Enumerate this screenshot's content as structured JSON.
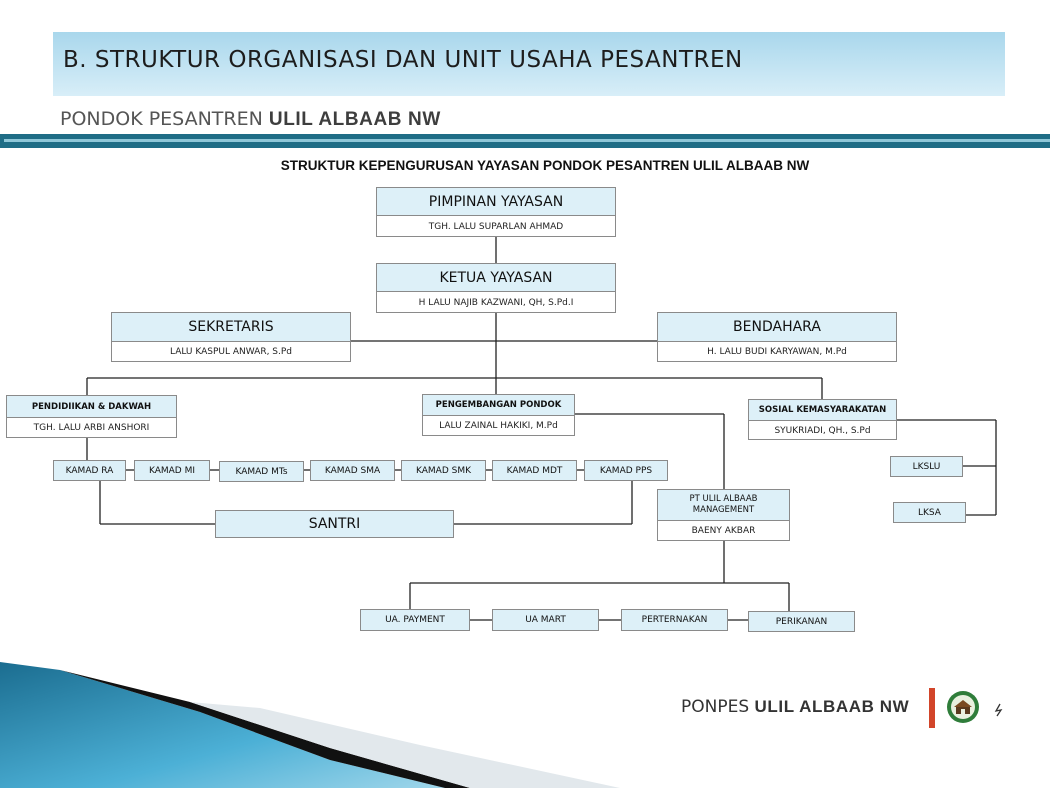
{
  "slide": {
    "title": "B. STRUKTUR ORGANISASI DAN UNIT USAHA PESANTREN",
    "subtitle_prefix": "PONDOK PESANTREN ",
    "subtitle_bold": "ULIL ALBAAB NW"
  },
  "diagram": {
    "title": "STRUKTUR KEPENGURUSAN YAYASAN PONDOK PESANTREN ULIL ALBAAB NW",
    "pimpinan": {
      "role": "PIMPINAN YAYASAN",
      "name": "TGH. LALU SUPARLAN AHMAD"
    },
    "ketua": {
      "role": "KETUA YAYASAN",
      "name": "H LALU NAJIB KAZWANI, QH, S.Pd.I"
    },
    "sekretaris": {
      "role": "SEKRETARIS",
      "name": "LALU KASPUL ANWAR, S.Pd"
    },
    "bendahara": {
      "role": "BENDAHARA",
      "name": "H. LALU BUDI KARYAWAN, M.Pd"
    },
    "pendidikan": {
      "role": "PENDIDIIKAN & DAKWAH",
      "name": "TGH. LALU ARBI ANSHORI"
    },
    "pengembangan": {
      "role": "PENGEMBANGAN PONDOK",
      "name": "LALU ZAINAL HAKIKI, M.Pd"
    },
    "sosial": {
      "role": "SOSIAL KEMASYARAKATAN",
      "name": "SYUKRIADI, QH., S.Pd"
    },
    "kamad": [
      "KAMAD RA",
      "KAMAD  MI",
      "KAMAD  MTs",
      "KAMAD  SMA",
      "KAMAD  SMK",
      "KAMAD  MDT",
      "KAMAD  PPS"
    ],
    "santri": "SANTRI",
    "pt": {
      "role": "PT ULIL ALBAAB MANAGEMENT",
      "name": "BAENY AKBAR"
    },
    "lkslu": "LKSLU",
    "lksa": "LKSA",
    "units": [
      "UA. PAYMENT",
      "UA MART",
      "PERTERNAKAN",
      "PERIKANAN"
    ]
  },
  "footer": {
    "prefix": "PONPES ",
    "bold": "ULIL ALBAAB NW",
    "page_icon": "slide-number-glyph"
  },
  "colors": {
    "header_band": "#bfe3f3",
    "box_fill": "#ddf0f8",
    "rule": "#1f6d86",
    "accent": "#d2452a",
    "wave": "#1e7fa3"
  }
}
